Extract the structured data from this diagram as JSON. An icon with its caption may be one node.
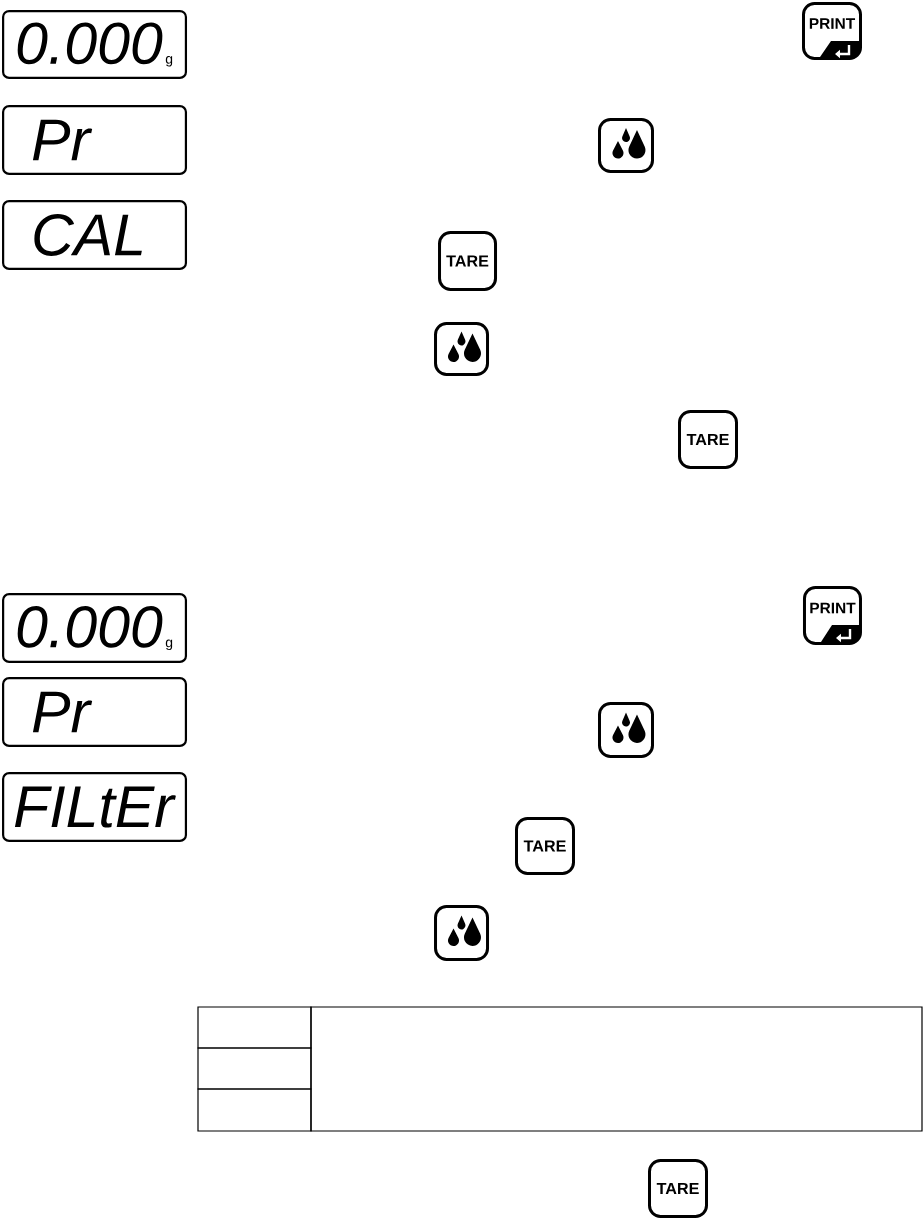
{
  "diagram": {
    "nodes": [
      {
        "text": [
          "0.000",
          "g"
        ]
      },
      {
        "text": [
          "PRINT"
        ]
      },
      {
        "text": [
          "Pr"
        ]
      },
      {
        "text": [],
        "shape": "box"
      },
      {
        "text": [
          "CAL"
        ]
      },
      {
        "text": [
          "TARE"
        ]
      },
      {
        "text": [],
        "shape": "box"
      },
      {
        "text": [
          "TARE"
        ]
      },
      {
        "text": [
          "0.000",
          "g"
        ]
      },
      {
        "text": [
          "PRINT"
        ]
      },
      {
        "text": [
          "Pr"
        ]
      },
      {
        "text": [],
        "shape": "box"
      },
      {
        "text": [
          "FILtEr"
        ]
      },
      {
        "text": [
          "TARE"
        ]
      },
      {
        "text": [],
        "shape": "box"
      },
      {
        "text": [
          "TARE"
        ]
      }
    ]
  }
}
